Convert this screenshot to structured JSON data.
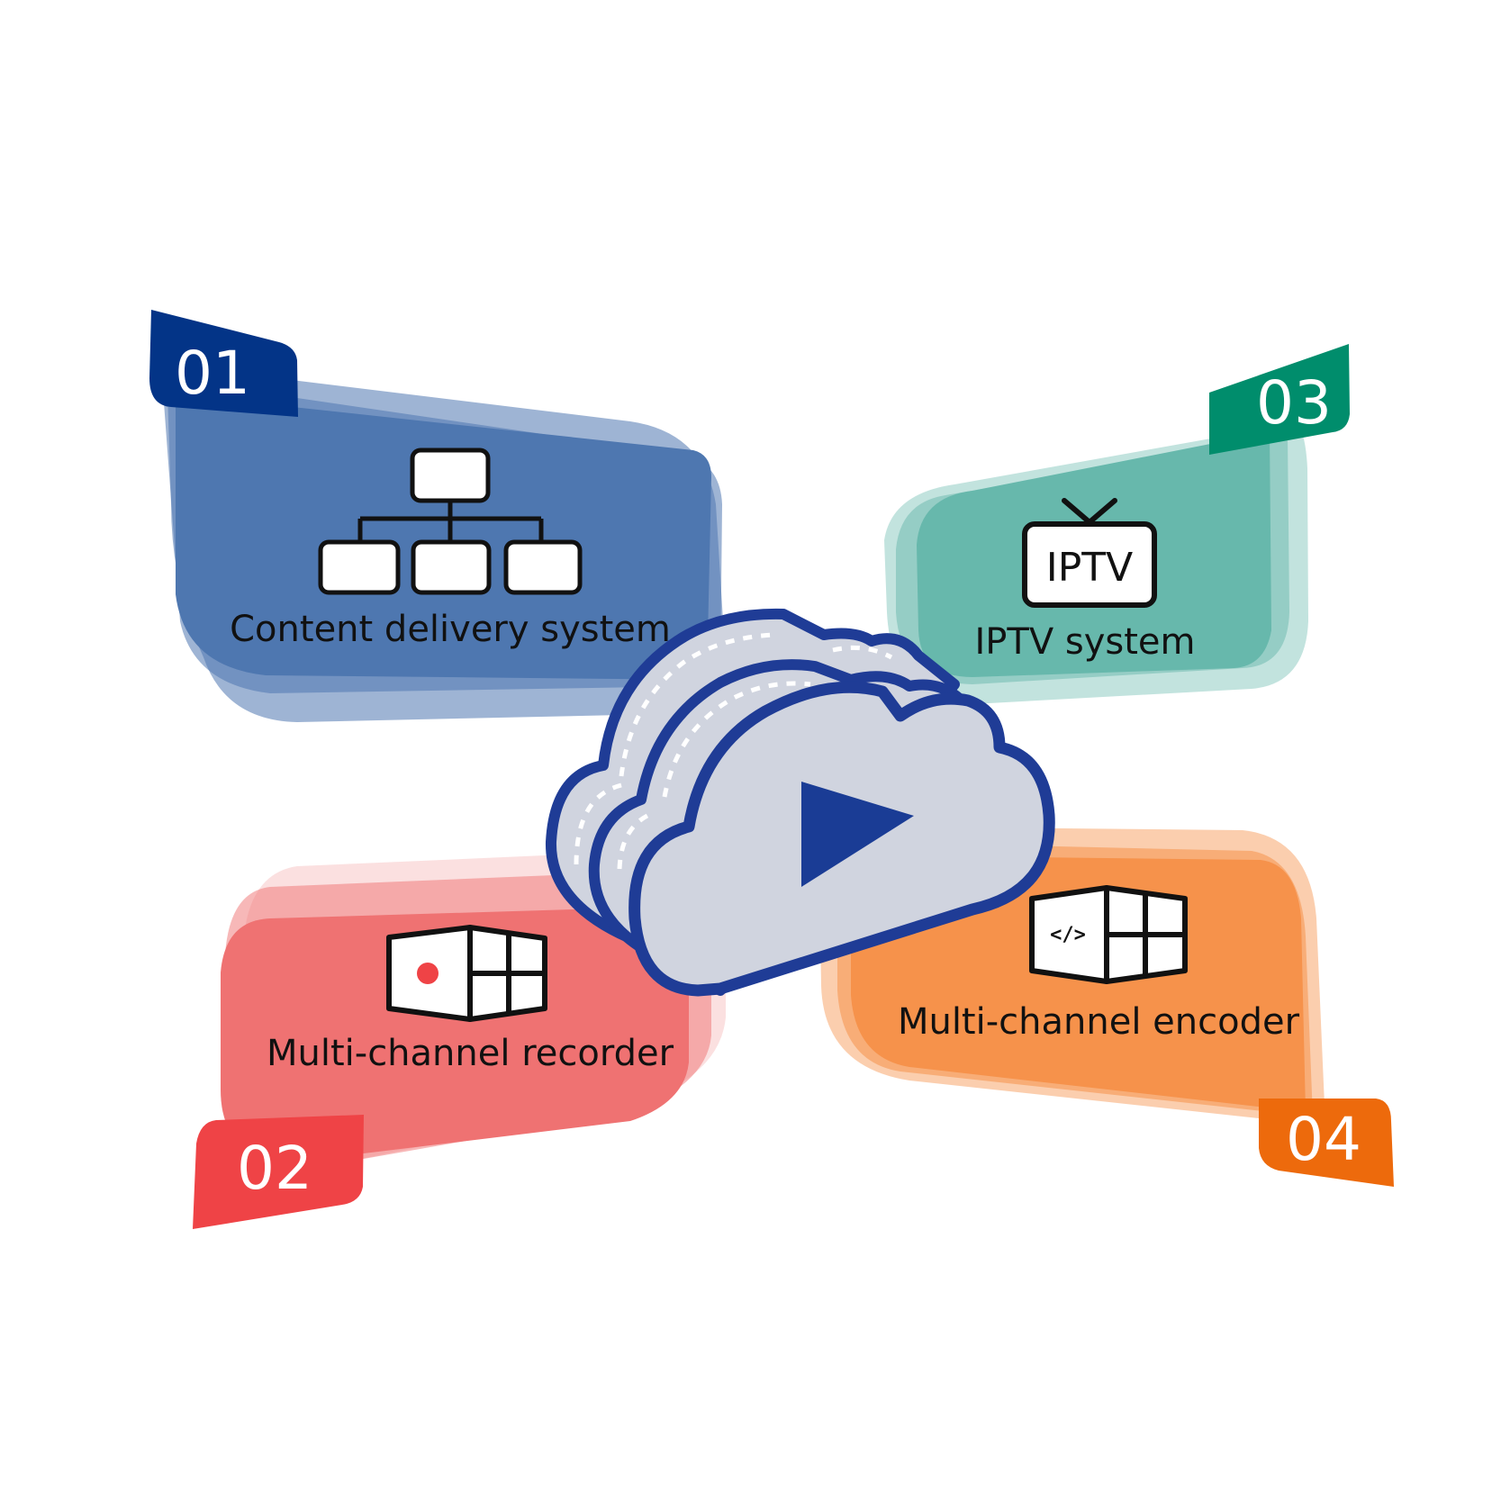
{
  "colors": {
    "blue": "#4e77b0",
    "blue_dark": "#033487",
    "teal": "#67b8ac",
    "teal_dark": "#008d6c",
    "red": "#ef7272",
    "red_dark": "#ef4346",
    "orange": "#f6924b",
    "orange_dark": "#ed6a0c",
    "cloud_fill": "#d0d4df",
    "cloud_stroke": "#1f3c96",
    "icon_stroke": "#111111"
  },
  "blocks": [
    {
      "id": "01",
      "number": "01",
      "label": "Content delivery system",
      "icon": "hierarchy-icon"
    },
    {
      "id": "02",
      "number": "02",
      "label": "Multi-channel recorder",
      "icon": "recorder-icon"
    },
    {
      "id": "03",
      "number": "03",
      "label": "IPTV system",
      "icon": "tv-icon",
      "icon_text": "IPTV"
    },
    {
      "id": "04",
      "number": "04",
      "label": "Multi-channel encoder",
      "icon": "encoder-icon",
      "icon_text": "</>"
    }
  ],
  "center": {
    "icon": "cloud-video-icon",
    "play_icon": "play-icon"
  }
}
